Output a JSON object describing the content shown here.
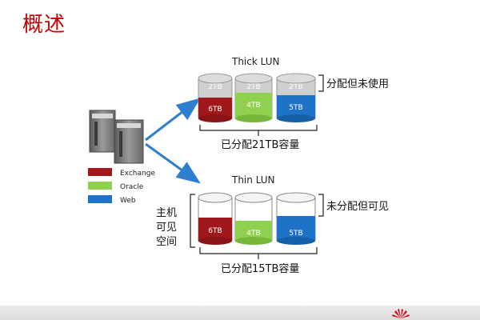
{
  "title": "概述",
  "legend": [
    {
      "label": "Exchange",
      "color": "#a0181c"
    },
    {
      "label": "Oracle",
      "color": "#8fd14f"
    },
    {
      "label": "Web",
      "color": "#1e73c8"
    }
  ],
  "thick_lun": {
    "title": "Thick LUN",
    "cylinders": [
      {
        "unused_label": "2TB",
        "used_label": "6TB",
        "color": "#a0181c"
      },
      {
        "unused_label": "2TB",
        "used_label": "4TB",
        "color": "#8fd14f"
      },
      {
        "unused_label": "2TB",
        "used_label": "5TB",
        "color": "#1e73c8"
      }
    ],
    "side_note": "分配但未使用",
    "caption": "已分配21TB容量"
  },
  "thin_lun": {
    "title": "Thin LUN",
    "cylinders": [
      {
        "used_label": "6TB",
        "color": "#a0181c"
      },
      {
        "used_label": "4TB",
        "color": "#8fd14f"
      },
      {
        "used_label": "5TB",
        "color": "#1e73c8"
      }
    ],
    "side_note": "未分配但可见",
    "left_note_lines": [
      "主机",
      "可见",
      "空间"
    ],
    "caption": "已分配15TB容量"
  },
  "colors": {
    "title": "#c00000",
    "arrow": "#2f7fcf",
    "bracket": "#222222",
    "glass": "#cfcfcf",
    "thin_glass": "#ffffff"
  }
}
